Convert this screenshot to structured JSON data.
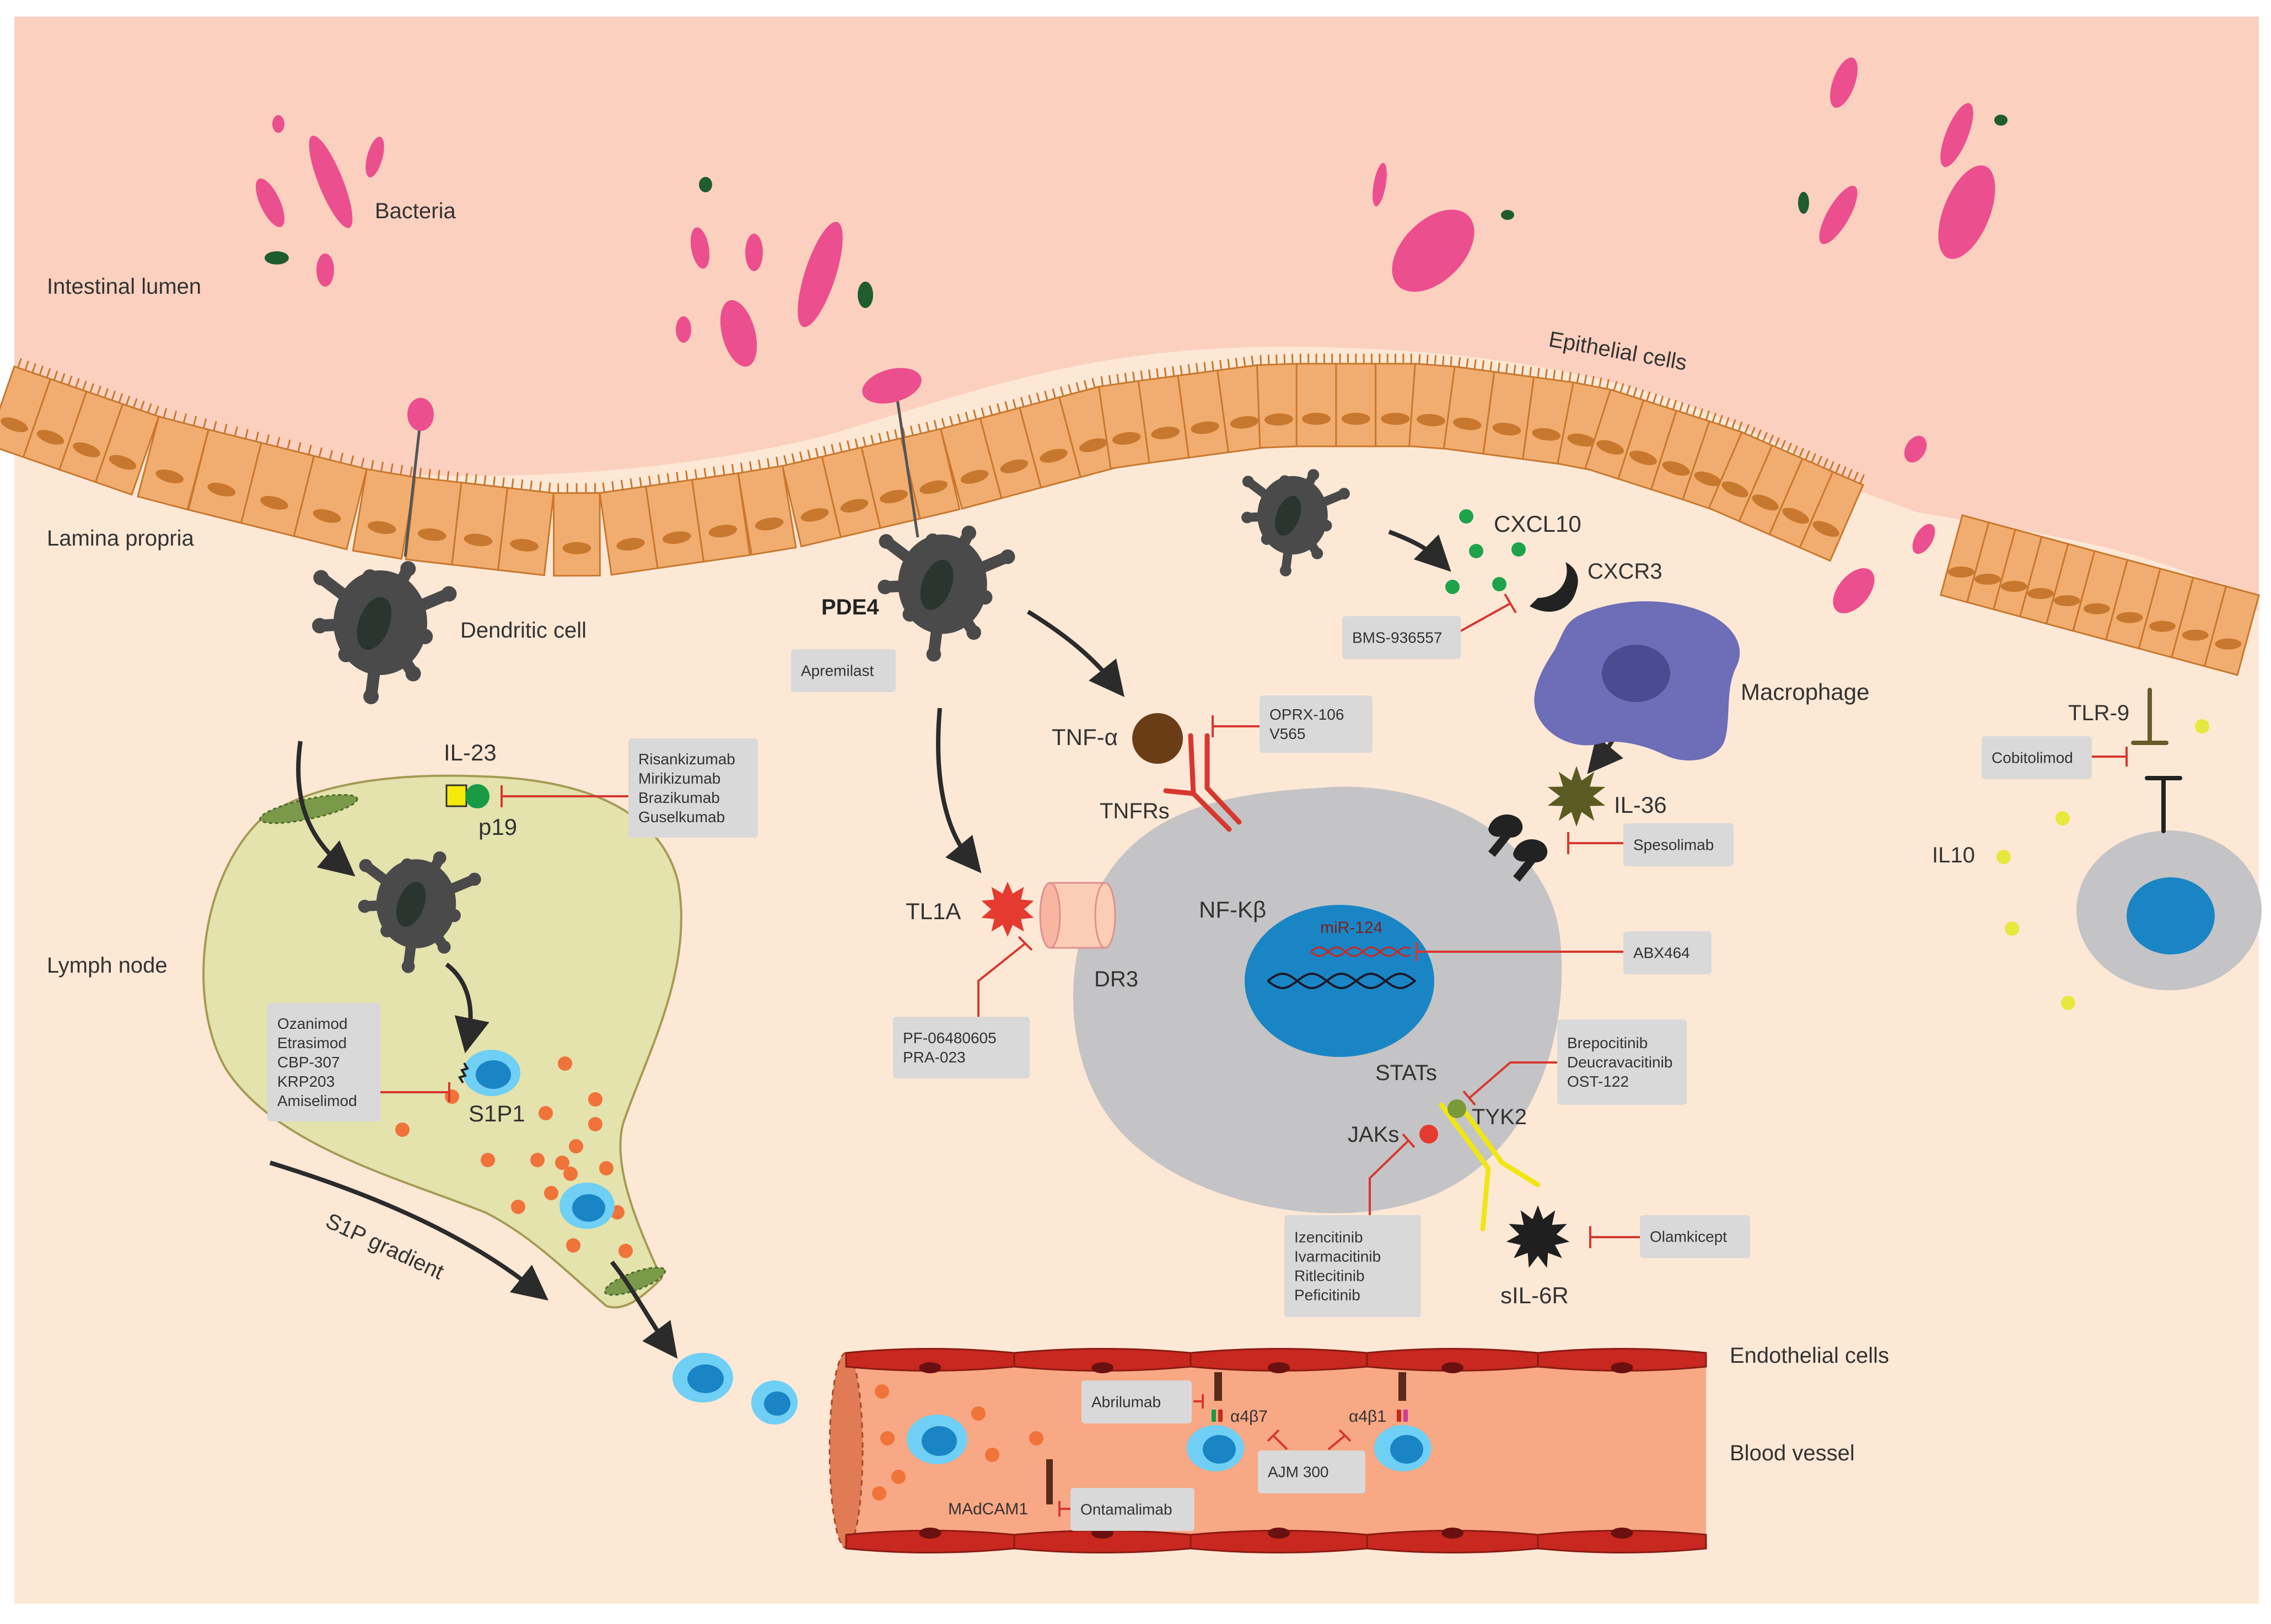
{
  "labels": {
    "bacteria": "Bacteria",
    "intestinal_lumen": "Intestinal lumen",
    "epithelial_cells": "Epithelial cells",
    "lamina_propria": "Lamina propria",
    "dendritic_cell": "Dendritic cell",
    "lymph_node": "Lymph node",
    "il23": "IL-23",
    "p19": "p19",
    "s1p1": "S1P1",
    "s1p_gradient": "S1P gradient",
    "pde4": "PDE4",
    "tnf_alpha": "TNF-α",
    "tnfrs": "TNFRs",
    "tl1a": "TL1A",
    "dr3": "DR3",
    "nfkb": "NF-Kβ",
    "mir124": "miR-124",
    "stats": "STATs",
    "jaks": "JAKs",
    "tyk2": "TYK2",
    "sil6r": "sIL-6R",
    "cxcl10": "CXCL10",
    "cxcr3": "CXCR3",
    "macrophage": "Macrophage",
    "il36": "IL-36",
    "tlr9": "TLR-9",
    "il10": "IL10",
    "endothelial_cells": "Endothelial cells",
    "blood_vessel": "Blood vessel",
    "a4b7": "α4β7",
    "a4b1": "α4β1",
    "madcam1": "MAdCAM1"
  },
  "drug_boxes": {
    "il23_drugs": [
      "Risankizumab",
      "Mirikizumab",
      "Brazikumab",
      "Guselkumab"
    ],
    "s1p_drugs": [
      "Ozanimod",
      "Etrasimod",
      "CBP-307",
      "KRP203",
      "Amiselimod"
    ],
    "pde4_drugs": [
      "Apremilast"
    ],
    "tnf_drugs": [
      "OPRX-106",
      "V565"
    ],
    "tl1a_drugs": [
      "PF-06480605",
      "PRA-023"
    ],
    "cxcr3_drugs": [
      "BMS-936557"
    ],
    "il36_drugs": [
      "Spesolimab"
    ],
    "mir124_drugs": [
      "ABX464"
    ],
    "tyk2_drugs": [
      "Brepocitinib",
      "Deucravacitinib",
      "OST-122"
    ],
    "jak_drugs": [
      "Izencitinib",
      "Ivarmacitinib",
      "Ritlecitinib",
      "Peficitinib"
    ],
    "il6_drugs": [
      "Olamkicept"
    ],
    "tlr9_drugs": [
      "Cobitolimod"
    ],
    "a4b7_drugs": [
      "Abrilumab"
    ],
    "integrin_drugs": [
      "AJM 300"
    ],
    "madcam_drugs": [
      "Ontamalimab"
    ]
  },
  "colors": {
    "lumen": "#fcd0bf",
    "lamina": "#fde8d6",
    "epithelium": "#f1ad6f",
    "epithelium_border": "#c8782e",
    "bacteria": "#ec4f8e",
    "dendritic": "#4a4a4a",
    "lymph_node": "#e4e2ad",
    "macrophage": "#6d6db8",
    "cell_gray": "#c4c4c6",
    "nucleus": "#1a85c4",
    "blood": "#f8a884",
    "vessel_wall": "#c8281f",
    "inhibitor": "#d8372f",
    "drug_box": "#d9d9d9"
  }
}
